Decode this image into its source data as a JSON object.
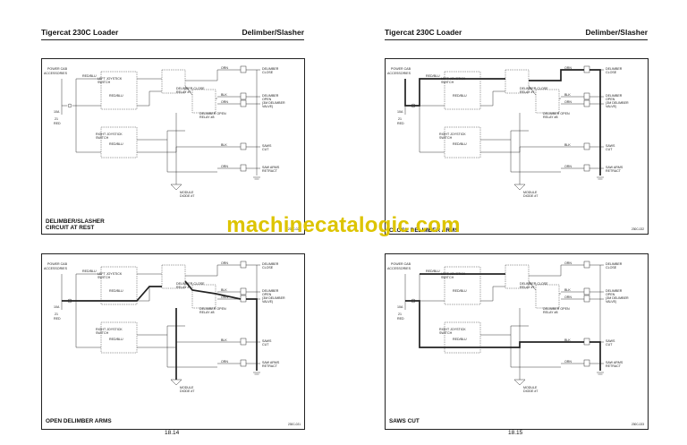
{
  "watermark": "machinecatalogic.com",
  "pages": [
    {
      "header_left": "Tigercat 230C Loader",
      "header_right": "Delimber/Slasher",
      "page_number": "18.14",
      "diagrams": [
        {
          "title_line1": "DELIMBER/SLASHER",
          "title_line2": "CIRCUIT AT REST",
          "code": "230C-020"
        },
        {
          "title_line1": "OPEN DELIMBER ARMS",
          "title_line2": "",
          "code": "230C-021"
        }
      ]
    },
    {
      "header_left": "Tigercat 230C Loader",
      "header_right": "Delimber/Slasher",
      "page_number": "18.15",
      "diagrams": [
        {
          "title_line1": "CLOSE DELIMBER ARMS",
          "title_line2": "",
          "code": "230C-022"
        },
        {
          "title_line1": "SAWS CUT",
          "title_line2": "",
          "code": "230C-023"
        }
      ]
    }
  ],
  "schematic_labels": {
    "power_cab_1": "POWER CAB",
    "power_cab_2": "ACCESSORIES",
    "fuse": "10A",
    "wire_red": "RED",
    "wire_21": "21",
    "left_joystick_1": "LEFT JOYSTICK",
    "left_joystick_2": "SWITCH",
    "right_joystick_1": "RIGHT JOYSTICK",
    "right_joystick_2": "SWITCH",
    "relay_close_1": "DELIMBER CLOSE",
    "relay_close_2": "RELAY #7",
    "relay_open_1": "DELIMBER OPEN",
    "relay_open_2": "RELAY #8",
    "out_close_1": "DELIMBER",
    "out_close_2": "CLOSE",
    "out_open_1": "DELIMBER",
    "out_open_2": "OPEN",
    "out_valve_1": "(3M DELIMBER",
    "out_valve_2": "VALVE)",
    "out_saws_1": "SAWS",
    "out_saws_2": "CUT",
    "out_retract_1": "SAW ARMS",
    "out_retract_2": "RETRACT",
    "diode_1": "MODULE",
    "diode_2": "DIODE #7",
    "wire_blk": "BLK",
    "wire_orn": "ORN",
    "wire_redblu": "RED/BLU"
  },
  "highlights": {
    "panel_1": "none",
    "panel_2": "open",
    "panel_3": "close",
    "panel_4": "saws"
  }
}
